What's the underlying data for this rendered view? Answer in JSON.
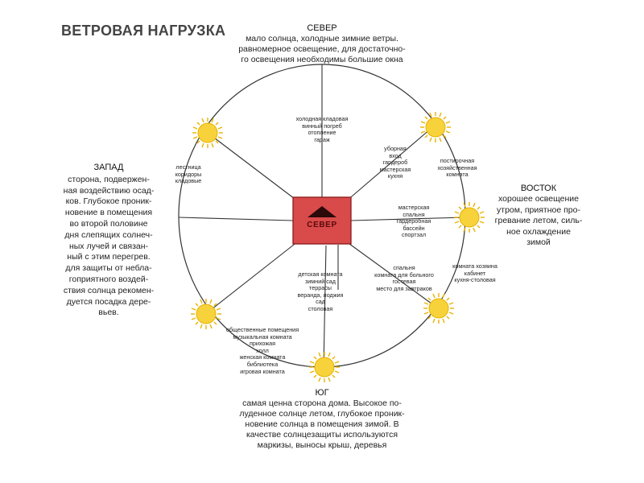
{
  "title": "ВЕТРОВАЯ НАГРУЗКА",
  "center_label": "СЕВЕР",
  "directions": {
    "north": {
      "heading": "СЕВЕР",
      "lines": [
        "мало солнца, холодные зимние ветры.",
        "равномерное освещение, для достаточно-",
        "го освещения необходимы большие окна"
      ]
    },
    "west": {
      "heading": "ЗАПАД",
      "lines": [
        "сторона, подвержен-",
        "ная воздействию осад-",
        "ков. Глубокое проник-",
        "новение в помещения",
        "во второй половине",
        "дня слепящих солнеч-",
        "ных лучей и связан-",
        "ный с этим перегрев.",
        "для защиты от небла-",
        "гоприятного воздей-",
        "ствия солнца рекомен-",
        "дуется посадка дере-",
        "вьев."
      ]
    },
    "east": {
      "heading": "ВОСТОК",
      "lines": [
        "хорошее освещение",
        "утром, приятное про-",
        "гревание летом, силь-",
        "ное охлаждение",
        "зимой"
      ]
    },
    "south": {
      "heading": "ЮГ",
      "lines": [
        "самая ценна сторона дома. Высокое по-",
        "луденное солнце летом, глубокое проник-",
        "новение солнца в помещения зимой. В",
        "качестве солнцезащиты используются",
        "маркизы, выносы крыш, деревья"
      ]
    }
  },
  "sectors": {
    "north": [
      "холодная кладовая",
      "винный погреб",
      "отопление",
      "гараж"
    ],
    "north_east": [
      "уборная",
      "вход",
      "гардероб",
      "мастерская",
      "кухня"
    ],
    "east_upper": [
      "постирочная",
      "хозяйственная",
      "комната"
    ],
    "east": [
      "мастерская",
      "спальня",
      "гардеробная",
      "бассейн",
      "спортзал"
    ],
    "south_east": [
      "спальня",
      "комната для больного",
      "гостевая",
      "место для завтраков"
    ],
    "east_lower": [
      "комната хозяина",
      "кабинет",
      "кухня-столовая"
    ],
    "south": [
      "детская комната",
      "зимний сад",
      "террасы",
      "веранда, лоджия",
      "сад",
      "столовая"
    ],
    "south_west": [
      "общественные помещения",
      "музыкальная комната",
      "прихожая",
      "холл",
      "женская комната",
      "библиотека",
      "игровая комната"
    ],
    "west": [
      "лестница",
      "коридоры",
      "кладовые"
    ]
  },
  "colors": {
    "sun_fill": "#f7d23b",
    "sun_ray": "#e8b300",
    "house_fill": "#d94a4a",
    "house_stroke": "#8a1a1a",
    "roof": "#2b0a0a",
    "line": "#333333"
  },
  "icons": [
    "sun-icon",
    "roof-icon"
  ]
}
